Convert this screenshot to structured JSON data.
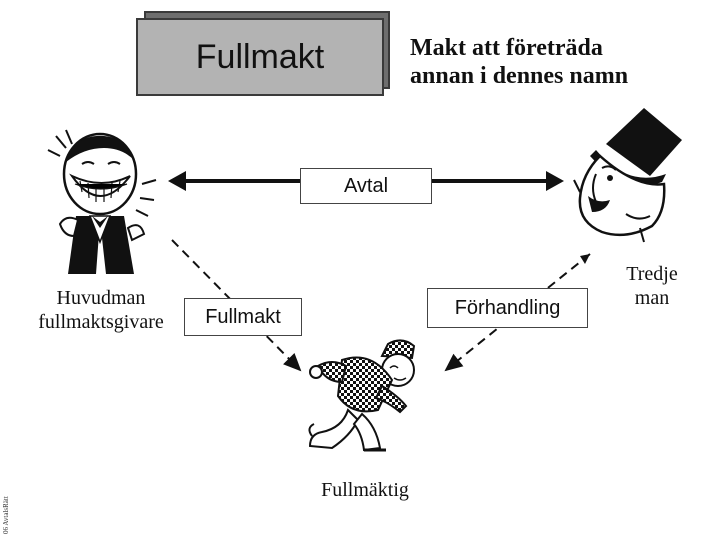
{
  "slide": {
    "title": "Fullmakt",
    "subtitle_line1": "Makt att företräda",
    "subtitle_line2": "annan i dennes namn",
    "footer": "06 AvtalsRätt"
  },
  "nodes": {
    "principal_line1": "Huvudman",
    "principal_line2": "fullmaktsgivare",
    "third_party_line1": "Tredje",
    "third_party_line2": "man",
    "agent": "Fullmäktig"
  },
  "edges": {
    "contract": "Avtal",
    "authorization": "Fullmakt",
    "negotiation": "Förhandling"
  }
}
